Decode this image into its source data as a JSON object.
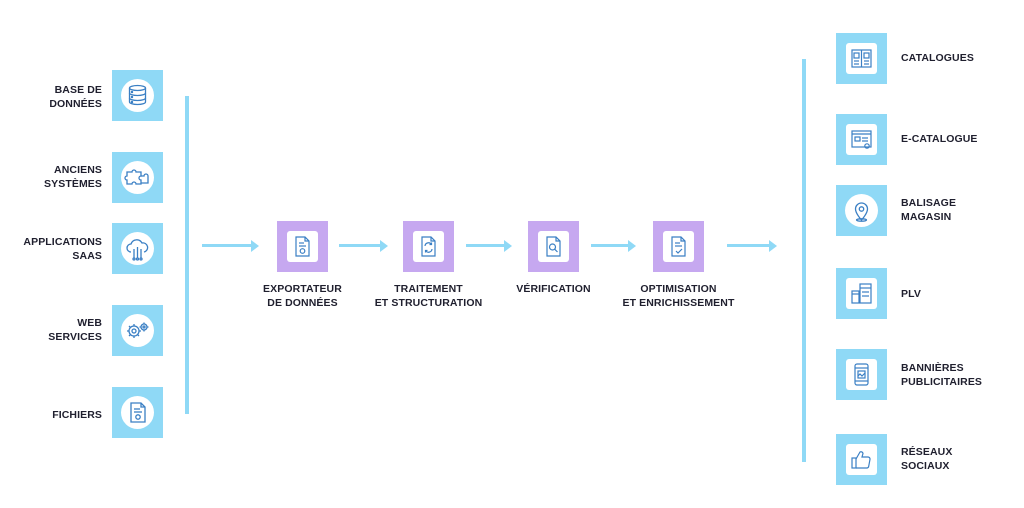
{
  "colors": {
    "source_box": "#8fd9f6",
    "process_box": "#c6a8f0",
    "connector": "#8fd9f6",
    "icon_stroke": "#3a7fc4",
    "text": "#1f1f2e"
  },
  "sources": [
    {
      "line1": "BASE DE",
      "line2": "DONNÉES",
      "icon": "database-icon"
    },
    {
      "line1": "ANCIENS",
      "line2": "SYSTÈMES",
      "icon": "puzzle-icon"
    },
    {
      "line1": "APPLICATIONS",
      "line2": "SAAS",
      "icon": "cloud-icon"
    },
    {
      "line1": "WEB",
      "line2": "SERVICES",
      "icon": "gears-icon"
    },
    {
      "line1": "FICHIERS",
      "line2": "",
      "icon": "file-icon"
    }
  ],
  "steps": [
    {
      "line1": "EXPORTATEUR",
      "line2": "DE DONNÉES",
      "icon": "file-gear-icon"
    },
    {
      "line1": "TRAITEMENT",
      "line2": "ET STRUCTURATION",
      "icon": "file-refresh-icon"
    },
    {
      "line1": "VÉRIFICATION",
      "line2": "",
      "icon": "file-search-icon"
    },
    {
      "line1": "OPTIMISATION",
      "line2": "ET ENRICHISSEMENT",
      "icon": "file-check-icon"
    }
  ],
  "outputs": [
    {
      "line1": "CATALOGUES",
      "line2": "",
      "icon": "catalog-icon"
    },
    {
      "line1": "E-CATALOGUE",
      "line2": "",
      "icon": "e-catalog-icon"
    },
    {
      "line1": "BALISAGE",
      "line2": "MAGASIN",
      "icon": "location-pin-icon"
    },
    {
      "line1": "PLV",
      "line2": "",
      "icon": "display-stand-icon"
    },
    {
      "line1": "BANNIÈRES",
      "line2": "PUBLICITAIRES",
      "icon": "phone-banner-icon"
    },
    {
      "line1": "RÉSEAUX",
      "line2": "SOCIAUX",
      "icon": "thumbs-up-icon"
    }
  ]
}
